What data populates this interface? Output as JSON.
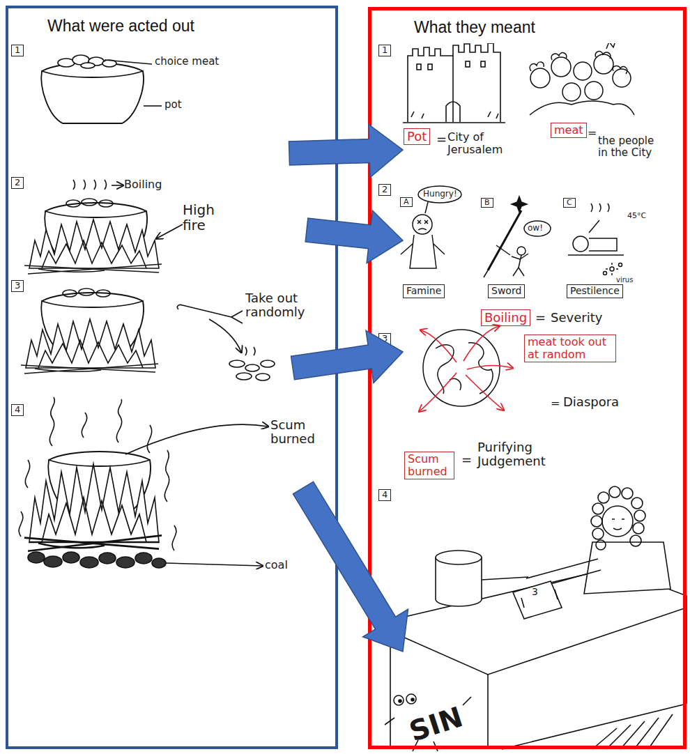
{
  "diagram": {
    "nodes": [
      {
        "text": [
          "What were acted out"
        ]
      },
      {
        "text": [
          "1",
          "choice meat",
          "pot"
        ],
        "in": 0
      },
      {
        "text": [
          "2",
          "Boiling",
          "High fire"
        ],
        "in": 0
      },
      {
        "text": [
          "3",
          "Take out randomly"
        ],
        "in": 0
      },
      {
        "text": [
          "4",
          "Scum burned",
          "coal"
        ],
        "in": 0
      },
      {
        "text": [
          "What they meant"
        ]
      },
      {
        "text": [
          "1",
          "Pot",
          "=",
          "City of Jerusalem",
          "meat",
          "=",
          "the people in the City"
        ],
        "in": 5
      },
      {
        "text": [
          "2",
          "A",
          "Hungry!",
          "B",
          "ow!",
          "C",
          "45°C",
          "virus",
          "Famine",
          "Sword",
          "Pestilence",
          "Boiling",
          "=",
          "Severity"
        ],
        "in": 5
      },
      {
        "text": [
          "3",
          "meat took out at random",
          "=",
          "Diaspora"
        ],
        "in": 5
      },
      {
        "text": [
          "Scum burned",
          "=",
          "Purifying Judgement",
          "4",
          "3",
          "SIN"
        ],
        "in": 5
      }
    ],
    "edges": [
      {
        "from": 1,
        "to": 6,
        "arrow": "to"
      },
      {
        "from": 2,
        "to": 7,
        "arrow": "to"
      },
      {
        "from": 3,
        "to": 8,
        "arrow": "to"
      },
      {
        "from": 4,
        "to": 9,
        "arrow": "to"
      }
    ]
  }
}
